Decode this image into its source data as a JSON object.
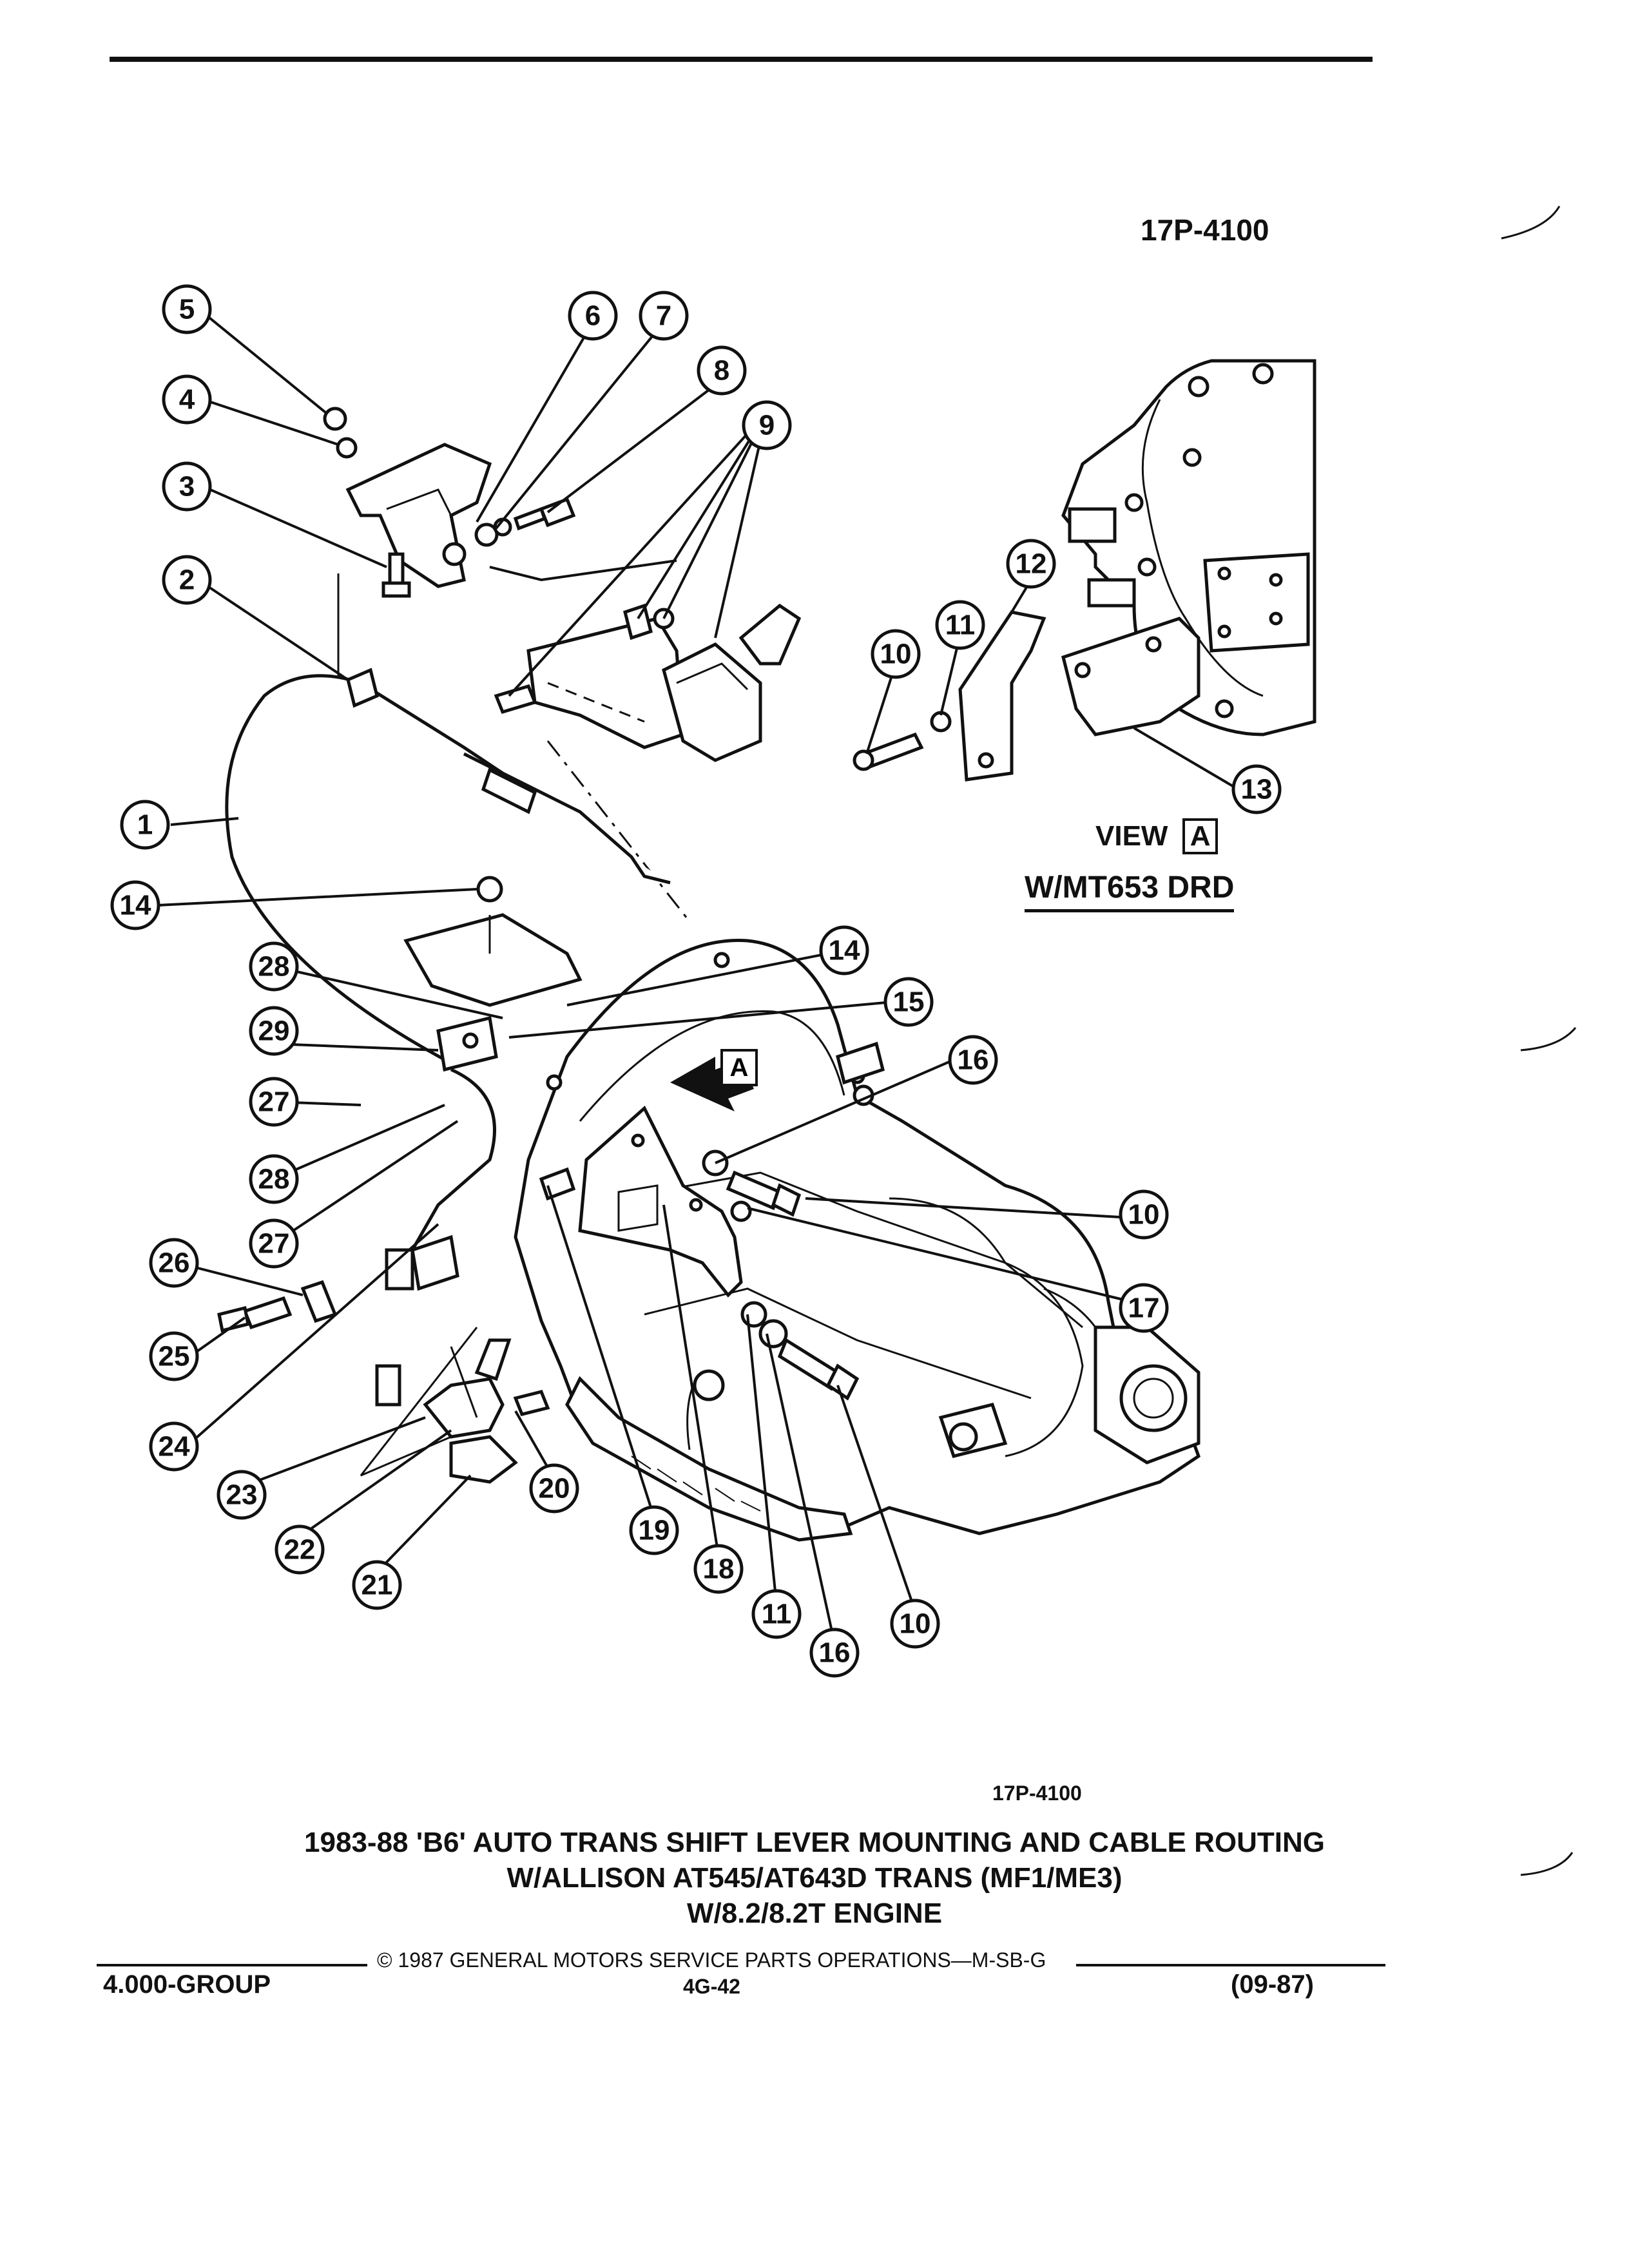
{
  "figure_code_top": "17P-4100",
  "figure_code_bottom": "17P-4100",
  "view_label": "VIEW",
  "view_letter": "A",
  "view_subtitle": "W/MT653 DRD",
  "arrow_letter": "A",
  "caption": {
    "line1": "1983-88 'B6' AUTO TRANS SHIFT LEVER MOUNTING AND CABLE ROUTING",
    "line2": "W/ALLISON AT545/AT643D TRANS (MF1/ME3)",
    "line3": "W/8.2/8.2T ENGINE"
  },
  "footer": {
    "copyright": "© 1987 GENERAL MOTORS SERVICE PARTS OPERATIONS—M-SB-G",
    "group": "4.000-GROUP",
    "page": "4G-42",
    "date": "(09-87)"
  },
  "callouts": [
    "5",
    "4",
    "3",
    "2",
    "1",
    "6",
    "7",
    "8",
    "9",
    "14",
    "28",
    "29",
    "27",
    "28",
    "27",
    "26",
    "25",
    "24",
    "23",
    "22",
    "21",
    "20",
    "19",
    "18",
    "11",
    "16",
    "10",
    "17",
    "10",
    "16",
    "15",
    "14",
    "10",
    "11",
    "12",
    "13"
  ]
}
